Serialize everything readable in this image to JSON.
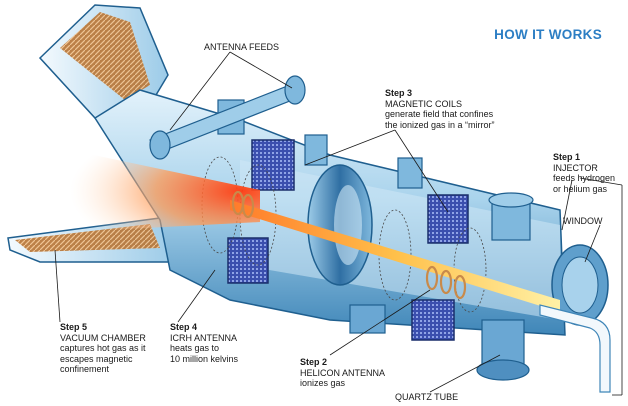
{
  "title": "HOW IT WORKS",
  "colors": {
    "title": "#2c7ec4",
    "chamber_light": "#d6ecf8",
    "chamber_mid": "#9fcde9",
    "chamber_dark": "#3f86b8",
    "chamber_edge": "#1f5f8f",
    "plasma_hot": "#ff5a1f",
    "plasma_warm": "#ffb070",
    "beam": "#ffd24a",
    "coil": "#3a4fa8",
    "antenna_copper": "#c98a4a"
  },
  "labels": {
    "antenna_feeds": "ANTENNA FEEDS",
    "window": "WINDOW",
    "quartz_tube": "QUARTZ TUBE"
  },
  "steps": [
    {
      "step": "Step 1",
      "name": "INJECTOR",
      "desc_1": "feeds hydrogen",
      "desc_2": "or helium gas",
      "desc_3": ""
    },
    {
      "step": "Step 2",
      "name": "HELICON ANTENNA",
      "desc_1": "ionizes gas",
      "desc_2": "",
      "desc_3": ""
    },
    {
      "step": "Step 3",
      "name": "MAGNETIC COILS",
      "desc_1": "generate field that confines",
      "desc_2": "the ionized gas in a “mirror”",
      "desc_3": ""
    },
    {
      "step": "Step 4",
      "name": "ICRH ANTENNA",
      "desc_1": "heats gas to",
      "desc_2": "10 million kelvins",
      "desc_3": ""
    },
    {
      "step": "Step 5",
      "name": "VACUUM CHAMBER",
      "desc_1": "captures hot gas as it",
      "desc_2": "escapes magnetic",
      "desc_3": "confinement"
    }
  ]
}
